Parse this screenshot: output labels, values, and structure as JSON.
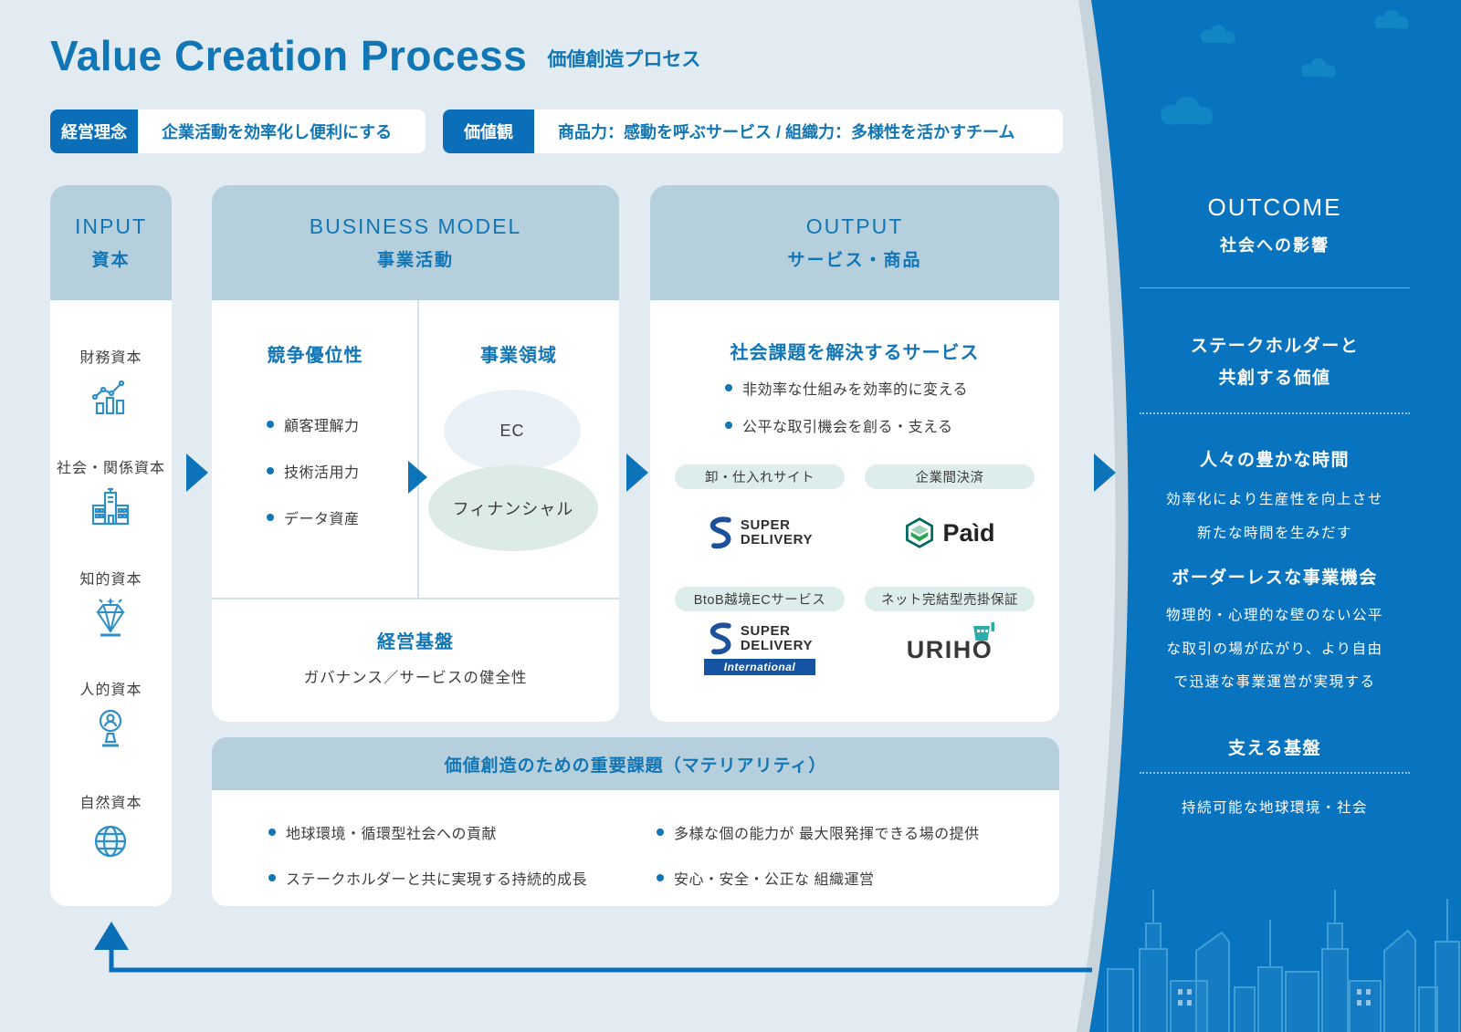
{
  "title": {
    "en": "Value Creation Process",
    "ja": "価値創造プロセス"
  },
  "philosophy": {
    "label": "経営理念",
    "text": "企業活動を効率化し便利にする"
  },
  "values": {
    "label": "価値観",
    "text": "商品力：感動を呼ぶサービス / 組織力：多様性を活かすチーム"
  },
  "input": {
    "heading_en": "INPUT",
    "heading_ja": "資本",
    "items": [
      {
        "label": "財務資本",
        "icon": "finance-chart-icon"
      },
      {
        "label": "社会・関係資本",
        "icon": "building-icon"
      },
      {
        "label": "知的資本",
        "icon": "diamond-icon"
      },
      {
        "label": "人的資本",
        "icon": "person-podium-icon"
      },
      {
        "label": "自然資本",
        "icon": "globe-icon"
      }
    ]
  },
  "business_model": {
    "heading_en": "BUSINESS MODEL",
    "heading_ja": "事業活動",
    "competitive": {
      "title": "競争優位性",
      "bullets": [
        "顧客理解力",
        "技術活用力",
        "データ資産"
      ]
    },
    "domains": {
      "title": "事業領域",
      "areas": [
        "EC",
        "フィナンシャル"
      ]
    },
    "foundation": {
      "title": "経営基盤",
      "text": "ガバナンス／サービスの健全性"
    }
  },
  "output": {
    "heading_en": "OUTPUT",
    "heading_ja": "サービス・商品",
    "service_title": "社会課題を解決するサービス",
    "bullets": [
      "非効率な仕組みを効率的に変える",
      "公平な取引機会を創る・支える"
    ],
    "products": [
      {
        "tag": "卸・仕入れサイト",
        "logo": "SUPER DELIVERY"
      },
      {
        "tag": "企業間決済",
        "logo": "Paid"
      },
      {
        "tag": "BtoB越境ECサービス",
        "logo": "SUPER DELIVERY International"
      },
      {
        "tag": "ネット完結型売掛保証",
        "logo": "URIHO"
      }
    ],
    "logos": {
      "sd_line1": "SUPER",
      "sd_line2": "DELIVERY",
      "intl": "International",
      "paid": "Paìd",
      "uriho": "URIHO"
    }
  },
  "outcome": {
    "heading_en": "OUTCOME",
    "heading_ja": "社会への影響",
    "blocks": [
      {
        "title_line1": "ステークホルダーと",
        "title_line2": "共創する価値"
      },
      {
        "title": "人々の豊かな時間",
        "lines": [
          "効率化により生産性を向上させ",
          "新たな時間を生みだす"
        ]
      },
      {
        "title": "ボーダーレスな事業機会",
        "lines": [
          "物理的・心理的な壁のない公平",
          "な取引の場が広がり、より自由",
          "で迅速な事業運営が実現する"
        ]
      },
      {
        "title": "支える基盤",
        "lines": [
          "持続可能な地球環境・社会"
        ]
      }
    ]
  },
  "materiality": {
    "title": "価値創造のための重要課題（マテリアリティ）",
    "left": [
      "地球環境・循環型社会への貢献",
      "ステークホルダーと共に実現する持続的成長"
    ],
    "right": [
      "多様な個の能力が 最大限発揮できる場の提供",
      "安心・安全・公正な 組織運営"
    ]
  },
  "colors": {
    "accent_blue": "#1176b5",
    "label_blue": "#0a6fb8",
    "panel_blue": "#0873bf",
    "header_steel": "#b6cfdc",
    "tag_mint": "#dcedeb",
    "text_dark": "#3c3c3c",
    "icon_blue": "#2e8fc6",
    "sd_blue": "#1c4f9c",
    "paid_green": "#2aa44e",
    "uriho_teal": "#2aada8"
  }
}
